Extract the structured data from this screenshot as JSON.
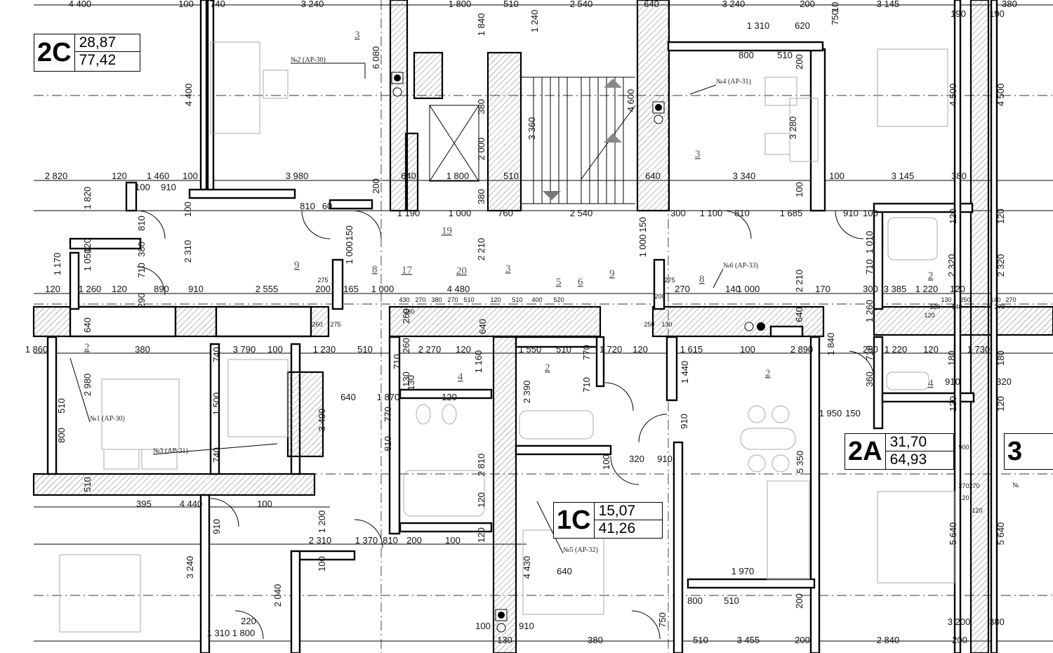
{
  "apartments": [
    {
      "code": "2C",
      "living_area": "28,87",
      "total_area": "77,42"
    },
    {
      "code": "1C",
      "living_area": "15,07",
      "total_area": "41,26"
    },
    {
      "code": "2A",
      "living_area": "31,70",
      "total_area": "64,93"
    },
    {
      "code": "3",
      "living_area": "",
      "total_area": ""
    }
  ],
  "room_refs": [
    "№2 (АР-30)",
    "№4 (АР-31)",
    "№6 (АР-33)",
    "№1 (АР-30)",
    "№3 (АР-31)",
    "№5 (АР-32)",
    "№"
  ],
  "callouts": [
    "3",
    "3",
    "19",
    "9",
    "8",
    "17",
    "20",
    "3",
    "5",
    "6",
    "9",
    "8",
    "2",
    "2",
    "4",
    "2",
    "2",
    "2",
    "4"
  ],
  "dims_h": [
    "4 400",
    "100",
    "740",
    "3 240",
    "1 800",
    "510",
    "2 540",
    "640",
    "3 240",
    "200",
    "3 145",
    "190",
    "190",
    "380",
    "1 310",
    "620",
    "800",
    "510",
    "2 820",
    "120",
    "1 460",
    "100",
    "910",
    "100",
    "3 980",
    "640",
    "1 800",
    "510",
    "640",
    "3 340",
    "100",
    "3 145",
    "380",
    "810",
    "60",
    "1 190",
    "1 000",
    "760",
    "2 540",
    "300",
    "1 100",
    "810",
    "1 685",
    "910",
    "100",
    "120",
    "1 260",
    "120",
    "890",
    "910",
    "2 555",
    "200",
    "165",
    "1 000",
    "4 480",
    "270",
    "140",
    "1 000",
    "170",
    "300",
    "3 385",
    "1 220",
    "120",
    "1 860",
    "380",
    "3 790",
    "100",
    "1 230",
    "510",
    "2 270",
    "120",
    "1 550",
    "510",
    "1 720",
    "120",
    "1 615",
    "100",
    "2 890",
    "250",
    "1 220",
    "120",
    "1 730",
    "640",
    "1 870",
    "120",
    "1 950",
    "150",
    "910",
    "320",
    "320",
    "910",
    "395",
    "4 440",
    "100",
    "2 310",
    "1 370",
    "810",
    "200",
    "100",
    "640",
    "1 970",
    "800",
    "510",
    "220",
    "1 310",
    "1 800",
    "100",
    "910",
    "130",
    "380",
    "510",
    "3 455",
    "200",
    "2 840",
    "200",
    "3 200",
    "380",
    "190",
    "190"
  ],
  "dims_small": [
    "430",
    "270",
    "380",
    "270",
    "510",
    "120",
    "510",
    "400",
    "520",
    "260",
    "275",
    "260",
    "275",
    "200",
    "275",
    "250",
    "130",
    "130",
    "250",
    "140",
    "270",
    "120",
    "140",
    "120",
    "270",
    "900",
    "270",
    "120",
    "270",
    "120"
  ],
  "dims_v": [
    "750",
    "10",
    "1 840",
    "1 240",
    "6 080",
    "4 400",
    "380",
    "2 000",
    "3 360",
    "4 600",
    "3 280",
    "200",
    "4 500",
    "4 500",
    "200",
    "380",
    "1 820",
    "100",
    "810",
    "150",
    "1 000",
    "2 310",
    "2 210",
    "150",
    "1 000",
    "100",
    "1 010",
    "120",
    "120",
    "1 170",
    "1 050",
    "120",
    "380",
    "710",
    "290",
    "710",
    "2 210",
    "2 320",
    "2 320",
    "640",
    "1 260",
    "640",
    "260",
    "130",
    "260",
    "640",
    "2 980",
    "510",
    "800",
    "1 500",
    "740",
    "740",
    "3 490",
    "1 160",
    "710",
    "130",
    "770",
    "810",
    "2 390",
    "770",
    "710",
    "1 440",
    "1 840",
    "710",
    "360",
    "180",
    "180",
    "120",
    "120",
    "910",
    "100",
    "2 810",
    "120",
    "5 350",
    "510",
    "1 200",
    "100",
    "910",
    "3 240",
    "2 040",
    "4 430",
    "120",
    "5 640",
    "5 640",
    "750",
    "200"
  ]
}
